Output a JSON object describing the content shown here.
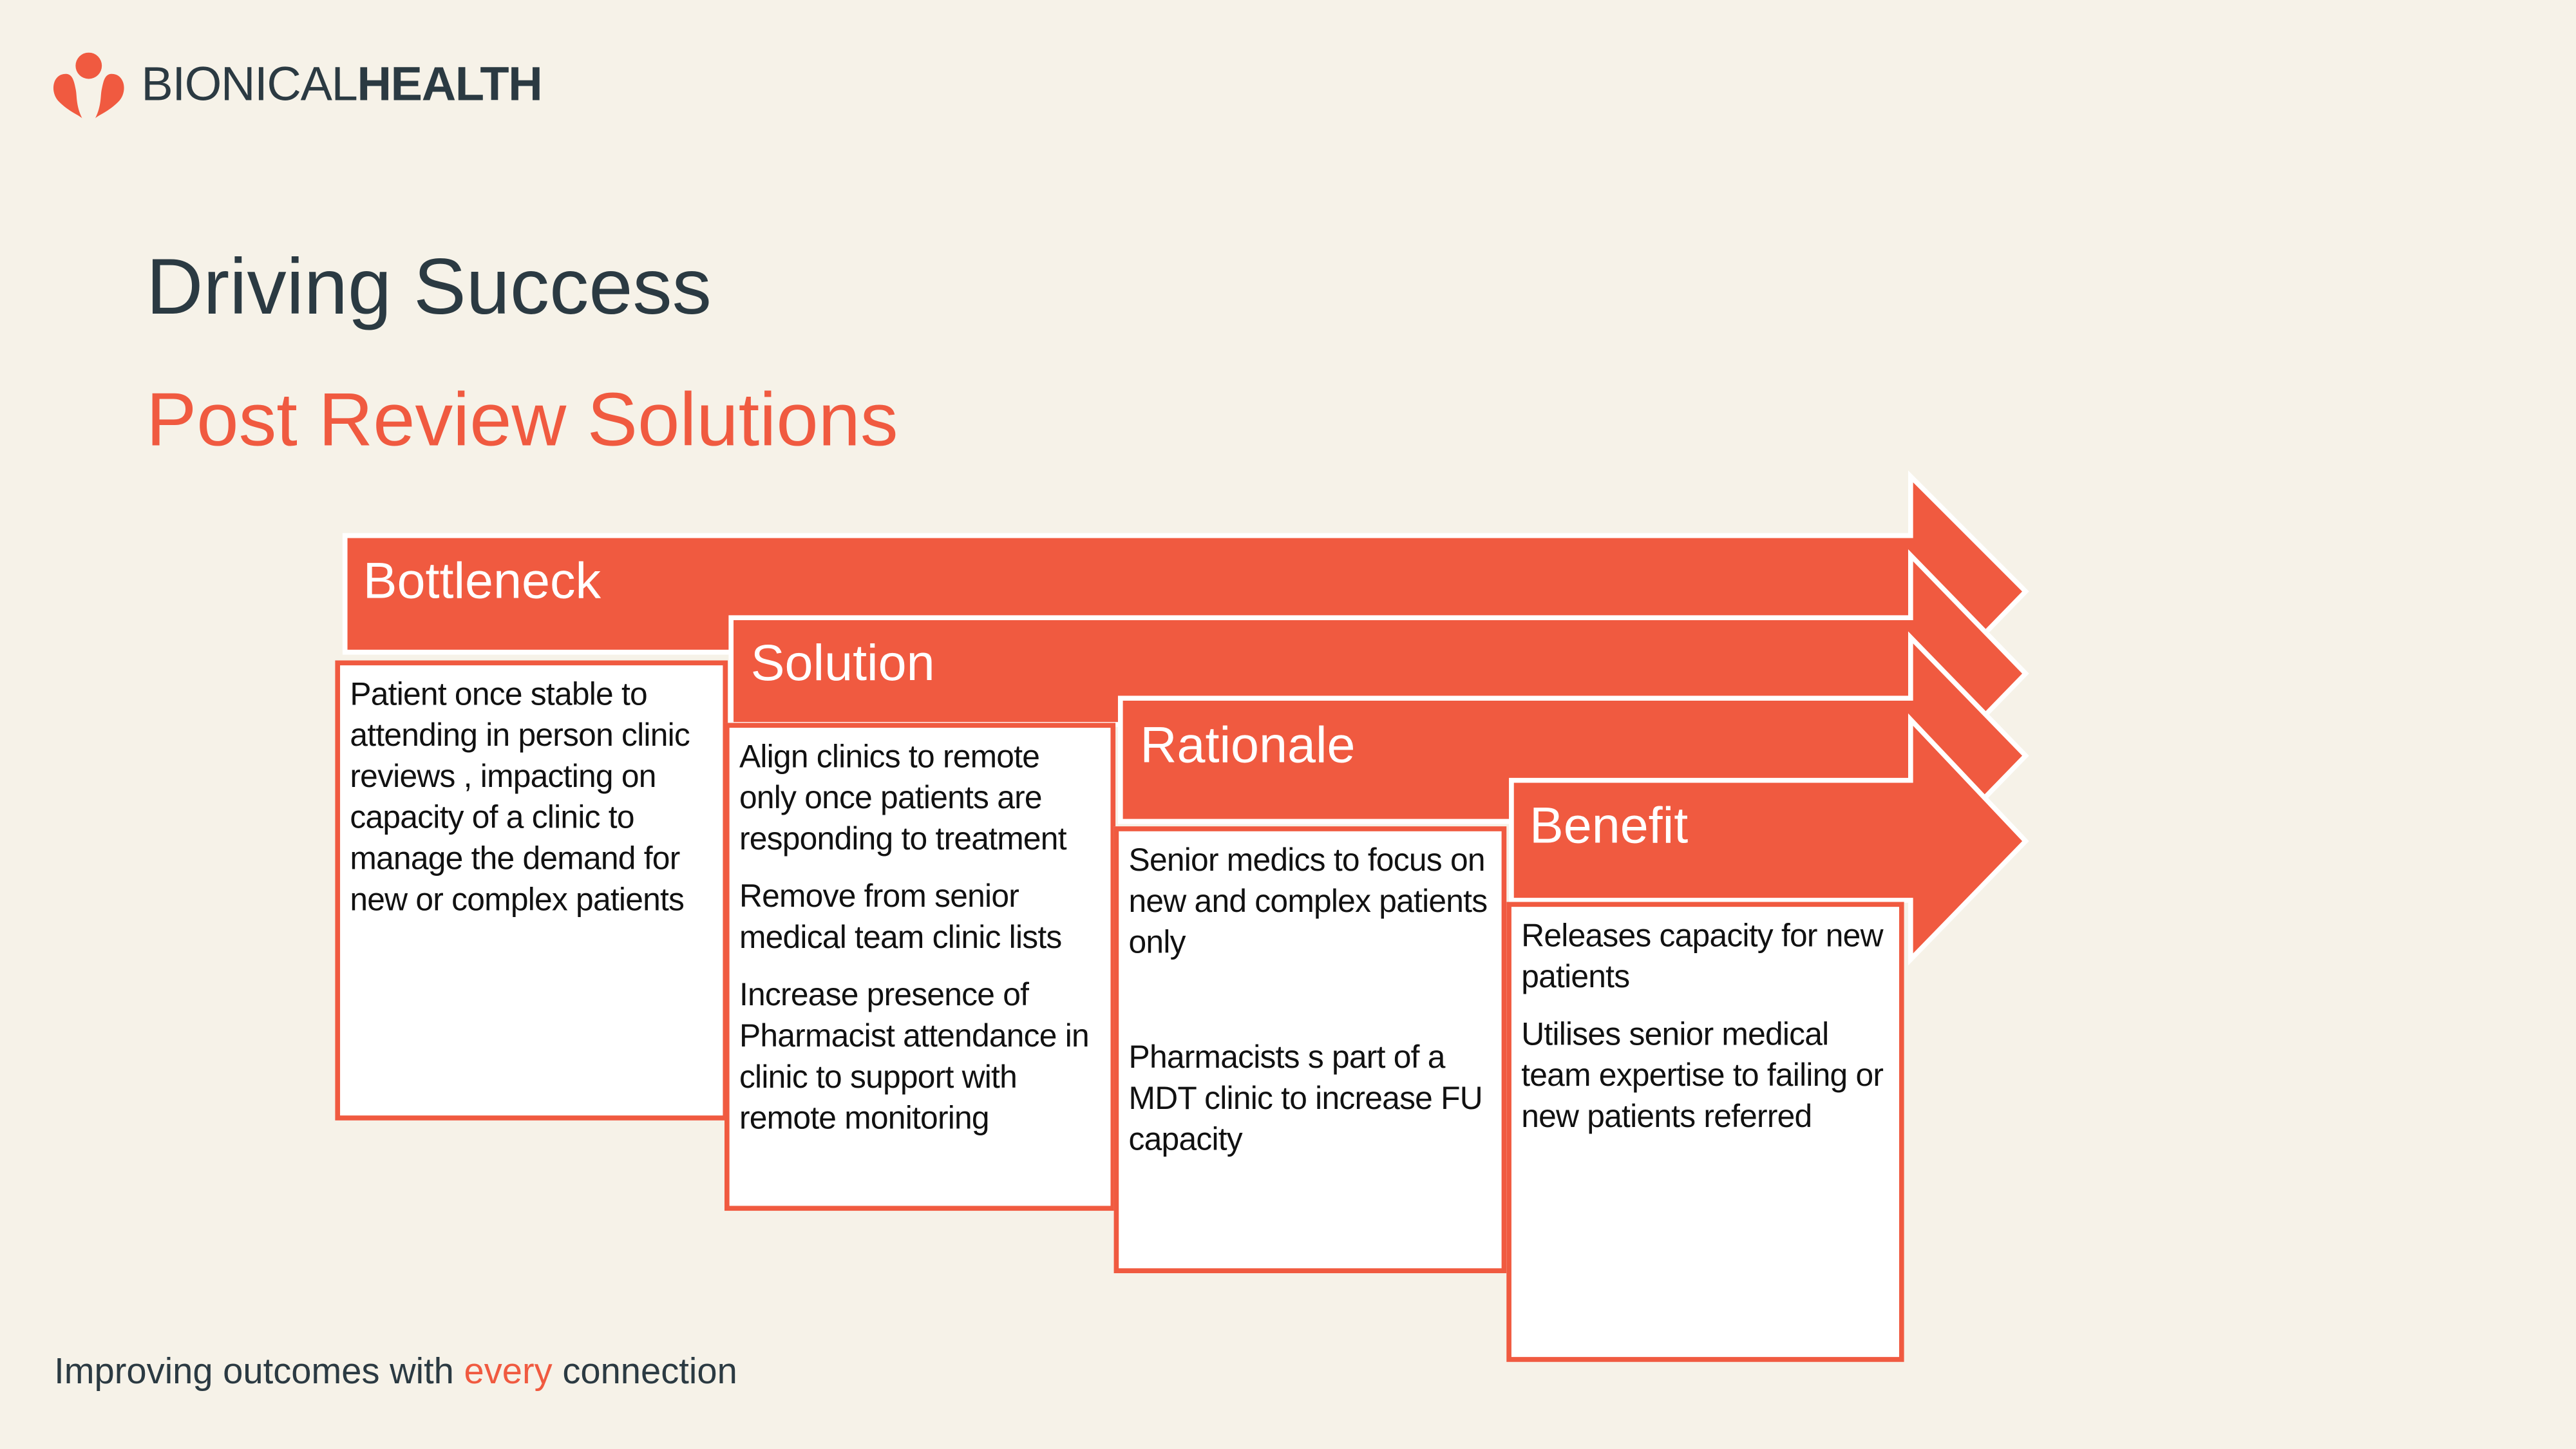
{
  "brand": {
    "name_light": "BIONICAL",
    "name_bold": "HEALTH",
    "accent_color": "#f05a40",
    "dark_color": "#2b3a42"
  },
  "title": "Driving Success",
  "subtitle": "Post Review Solutions",
  "stages": [
    {
      "label": "Bottleneck",
      "items": [
        "Patient once stable  to attending in person clinic reviews , impacting on capacity of a clinic to manage the demand for new or complex patients"
      ]
    },
    {
      "label": "Solution",
      "items": [
        "Align clinics to remote only once patients are responding to treatment",
        "Remove  from senior medical team clinic lists",
        "Increase presence of Pharmacist  attendance in clinic  to support with remote monitoring"
      ]
    },
    {
      "label": "Rationale",
      "items": [
        "Senior medics to  focus on new and complex patients only",
        "Pharmacists s part of a MDT clinic to increase FU capacity"
      ]
    },
    {
      "label": "Benefit",
      "items": [
        "Releases  capacity for new patients",
        "Utilises senior medical team expertise to failing or new patients referred"
      ]
    }
  ],
  "footer": {
    "before": "Improving outcomes with ",
    "accent": "every",
    "after": " connection"
  }
}
